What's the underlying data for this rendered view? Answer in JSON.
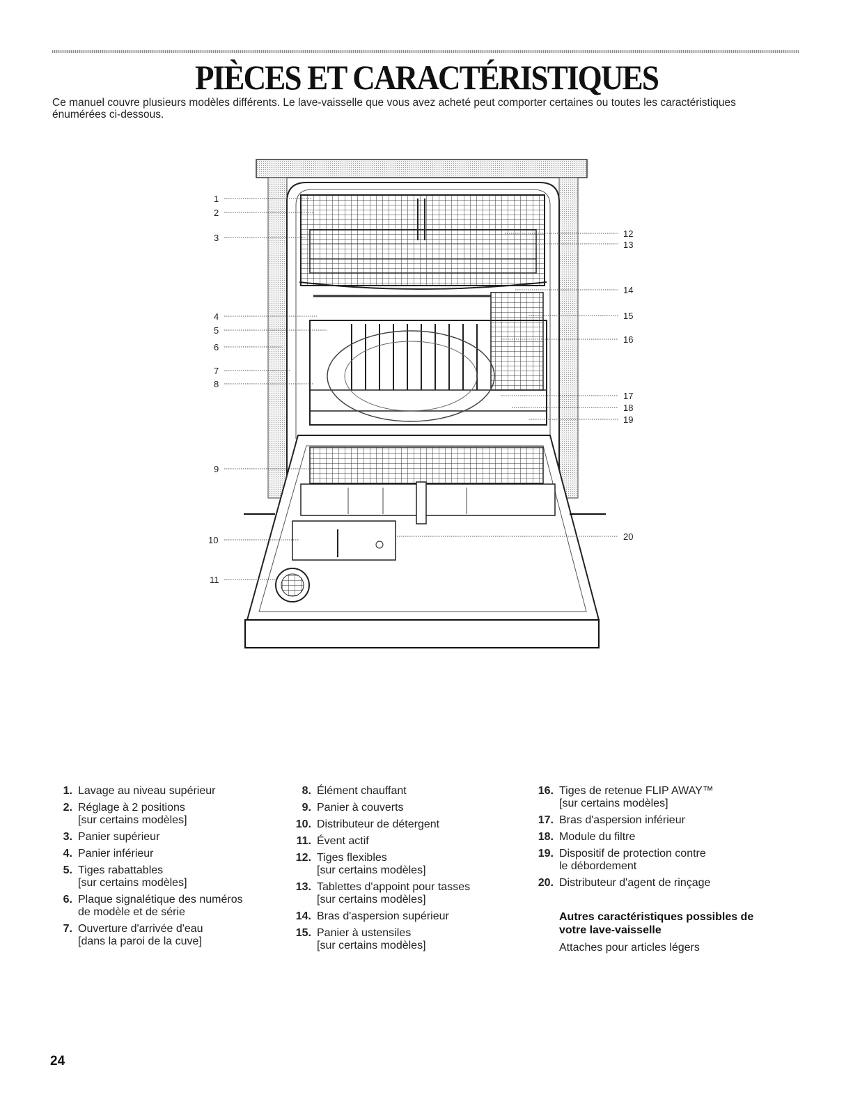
{
  "page": {
    "title": "PIÈCES ET CARACTÉRISTIQUES",
    "intro": "Ce manuel couvre plusieurs modèles différents. Le lave-vaisselle que vous avez acheté peut comporter certaines ou toutes les caractéristiques énumérées ci-dessous.",
    "page_number": "24"
  },
  "diagram": {
    "callouts_left": [
      "1",
      "2",
      "3",
      "4",
      "5",
      "6",
      "7",
      "8",
      "9",
      "10",
      "11"
    ],
    "callouts_right": [
      "12",
      "13",
      "14",
      "15",
      "16",
      "17",
      "18",
      "19",
      "20"
    ]
  },
  "parts": {
    "col1": [
      {
        "num": "1.",
        "text": "Lavage au niveau supérieur",
        "sub": ""
      },
      {
        "num": "2.",
        "text": "Réglage à 2 positions",
        "sub": "[sur certains modèles]"
      },
      {
        "num": "3.",
        "text": "Panier supérieur",
        "sub": ""
      },
      {
        "num": "4.",
        "text": "Panier inférieur",
        "sub": ""
      },
      {
        "num": "5.",
        "text": "Tiges rabattables",
        "sub": "[sur certains modèles]"
      },
      {
        "num": "6.",
        "text": "Plaque signalétique des numéros",
        "sub": "de modèle et de série"
      },
      {
        "num": "7.",
        "text": "Ouverture d'arrivée d'eau",
        "sub": "[dans la paroi de la cuve]"
      }
    ],
    "col2": [
      {
        "num": "8.",
        "text": "Élément chauffant",
        "sub": ""
      },
      {
        "num": "9.",
        "text": "Panier à couverts",
        "sub": ""
      },
      {
        "num": "10.",
        "text": "Distributeur de détergent",
        "sub": ""
      },
      {
        "num": "11.",
        "text": "Évent actif",
        "sub": ""
      },
      {
        "num": "12.",
        "text": "Tiges flexibles",
        "sub": "[sur certains modèles]"
      },
      {
        "num": "13.",
        "text": "Tablettes d'appoint pour tasses",
        "sub": "[sur certains modèles]"
      },
      {
        "num": "14.",
        "text": "Bras d'aspersion supérieur",
        "sub": ""
      },
      {
        "num": "15.",
        "text": "Panier à ustensiles",
        "sub": "[sur certains modèles]"
      }
    ],
    "col3": [
      {
        "num": "16.",
        "text": "Tiges de retenue FLIP AWAY™",
        "sub": "[sur certains modèles]"
      },
      {
        "num": "17.",
        "text": "Bras d'aspersion inférieur",
        "sub": ""
      },
      {
        "num": "18.",
        "text": "Module du filtre",
        "sub": ""
      },
      {
        "num": "19.",
        "text": "Dispositif de protection contre",
        "sub": "le débordement"
      },
      {
        "num": "20.",
        "text": "Distributeur d'agent de rinçage",
        "sub": ""
      }
    ]
  },
  "extra": {
    "title": "Autres caractéristiques possibles de votre lave-vaisselle",
    "text": "Attaches pour articles légers"
  }
}
